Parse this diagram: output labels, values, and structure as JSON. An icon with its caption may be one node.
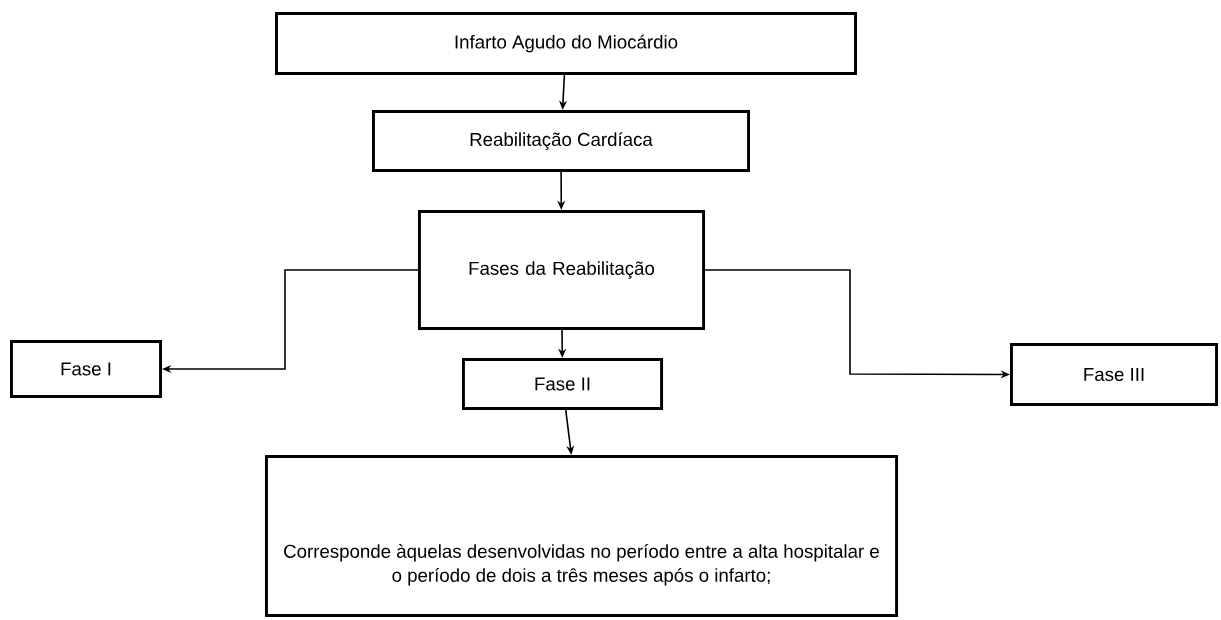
{
  "diagram": {
    "nodes": [
      {
        "text": [
          "Infarto Agudo do Miocárdio"
        ]
      },
      {
        "text": [
          "Reabilitação Cardíaca"
        ]
      },
      {
        "text": [
          "Fases da Reabilitação"
        ]
      },
      {
        "text": [
          "Fase I"
        ]
      },
      {
        "text": [
          "Fase II"
        ]
      },
      {
        "text": [
          "Fase III"
        ]
      },
      {
        "text": [
          "Corresponde àquelas desenvolvidas no período entre a alta hospitalar e o período de dois a três meses após o infarto;"
        ]
      }
    ],
    "edges": [
      {
        "from": 0,
        "to": 1,
        "arrow": "to"
      },
      {
        "from": 1,
        "to": 2,
        "arrow": "to"
      },
      {
        "from": 2,
        "to": 3,
        "arrow": "to"
      },
      {
        "from": 2,
        "to": 4,
        "arrow": "to"
      },
      {
        "from": 2,
        "to": 5,
        "arrow": "to"
      },
      {
        "from": 4,
        "to": 6,
        "arrow": "to"
      }
    ]
  }
}
